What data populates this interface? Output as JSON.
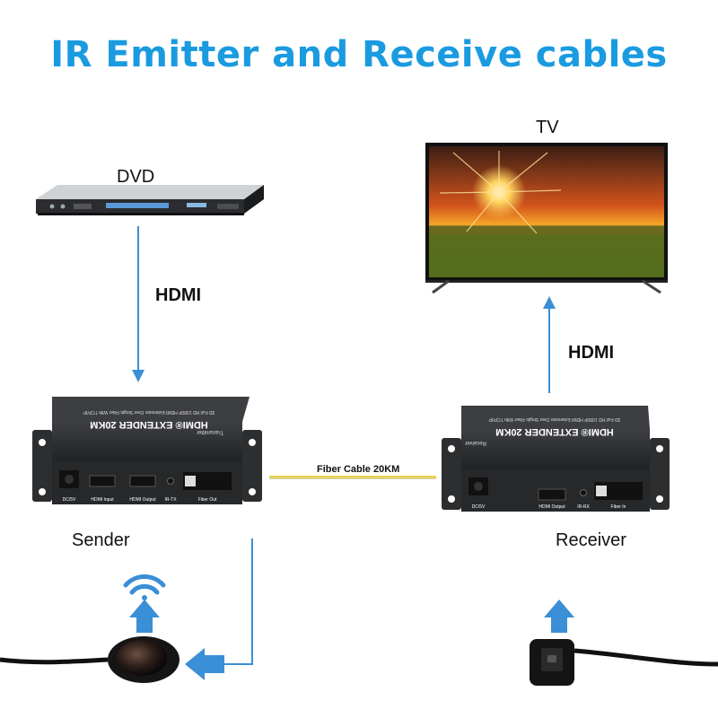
{
  "title": "IR Emitter and Receive cables",
  "devices": {
    "dvd": "DVD",
    "tv": "TV",
    "sender": "Sender",
    "receiver": "Receiver"
  },
  "links": {
    "hdmi_left": "HDMI",
    "hdmi_right": "HDMI",
    "fiber": "Fiber Cable 20KM"
  },
  "transmitter": {
    "brand": "HDMI® EXTENDER 20KM",
    "tagline": "3D Full HD 1080P HDMI Extension Over Single Fiber With TCP/IP",
    "role": "Transmitter",
    "ports": [
      "DC/5V",
      "HDMI Input",
      "HDMI Output",
      "IR-TX",
      "Fiber Out"
    ]
  },
  "receiver_unit": {
    "brand": "HDMI® EXTENDER 20KM",
    "tagline": "3D Full HD 1080P HDMI Extension Over Single Fiber With TCP/IP",
    "role": "Receiver",
    "ports": [
      "DC/5V",
      "HDMI Output",
      "IR-RX",
      "Fiber In"
    ]
  },
  "colors": {
    "accent": "#1a9be0",
    "arrow": "#3a8fd6",
    "fiber": "#e8d44a",
    "device": "#2b2d2f"
  }
}
